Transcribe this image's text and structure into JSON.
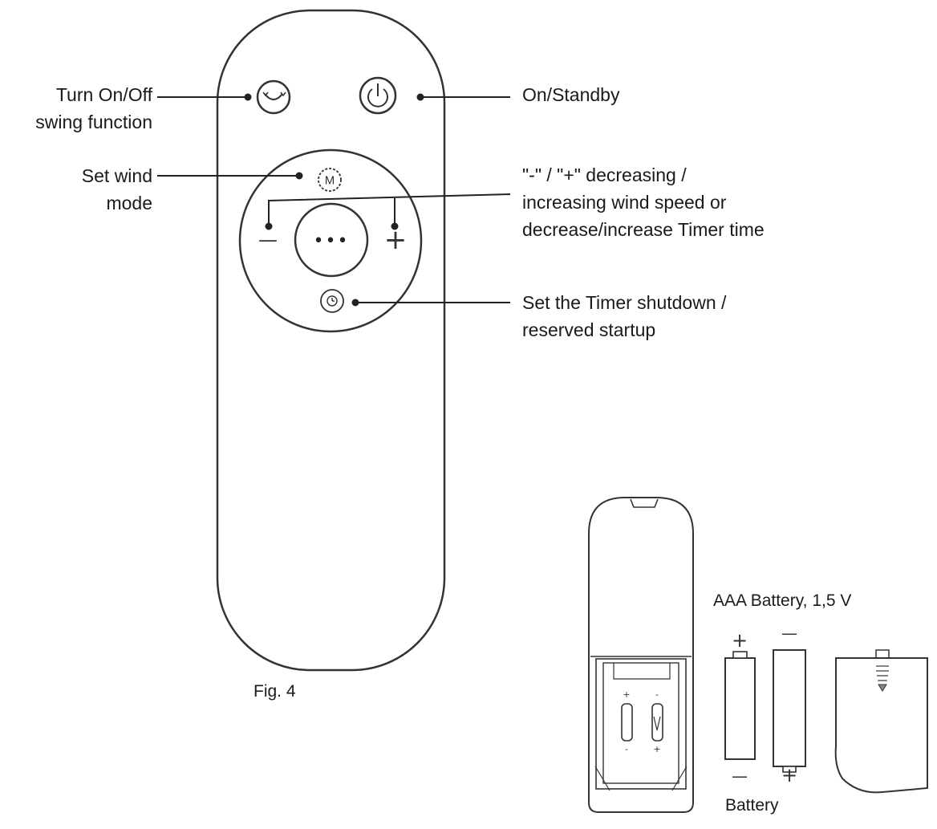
{
  "labels": {
    "swing_line1": "Turn On/Off",
    "swing_line2": "swing function",
    "wind_mode_line1": "Set wind",
    "wind_mode_line2": "mode",
    "power": "On/Standby",
    "speed_line1": "\"-\" / \"+\" decreasing /",
    "speed_line2": "increasing wind speed or",
    "speed_line3": "decrease/increase Timer time",
    "timer_line1": "Set the Timer shutdown /",
    "timer_line2": "reserved startup",
    "figure_caption": "Fig. 4",
    "battery_type": "AAA Battery, 1,5 V",
    "battery_caption": "Battery"
  },
  "buttons": {
    "mode_letter": "M",
    "center_dots": "•••",
    "minus": "—",
    "plus": "+"
  },
  "battery_marks": {
    "battery1_top": "+",
    "battery1_bottom": "—",
    "battery2_top": "—",
    "battery2_bottom": "+",
    "slot1_top": "+",
    "slot1_bottom": "-",
    "slot2_top": "-",
    "slot2_bottom": "+"
  },
  "colors": {
    "outline": "#333333",
    "label_text": "#1a1a1a"
  }
}
